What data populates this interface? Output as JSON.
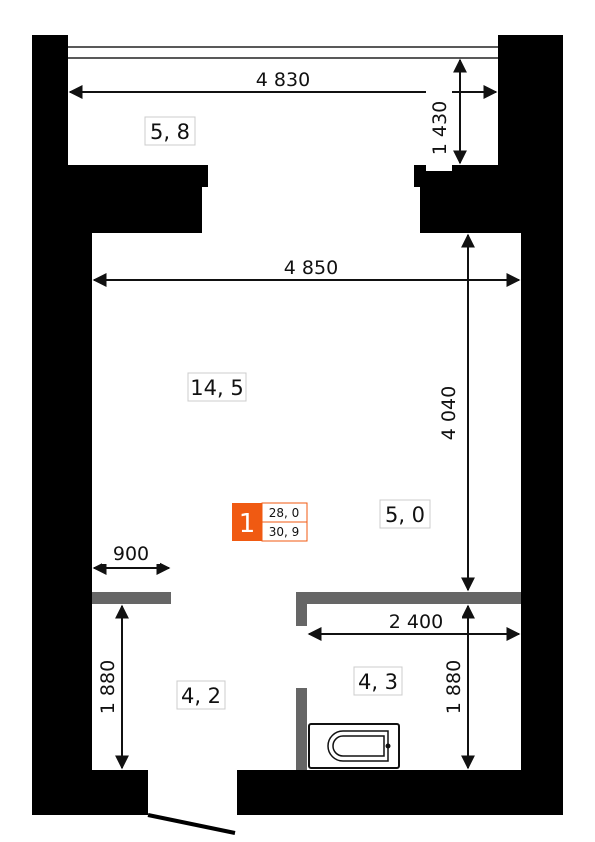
{
  "dimensions": {
    "balcony_width": "4 830",
    "balcony_depth": "1 430",
    "room_width": "4 850",
    "room_depth": "4 040",
    "hall_width": "900",
    "hall_depth": "1 880",
    "bath_width": "2 400",
    "bath_depth": "1 880"
  },
  "areas": {
    "balcony": "5, 8",
    "living": "14, 5",
    "kitchen": "5, 0",
    "hall": "4, 2",
    "bathroom": "4, 3"
  },
  "apartment": {
    "rooms": "1",
    "living_area": "28, 0",
    "total_area": "30, 9"
  },
  "colors": {
    "wall": "#000000",
    "partition": "#666666",
    "badge": "#f05a12"
  }
}
